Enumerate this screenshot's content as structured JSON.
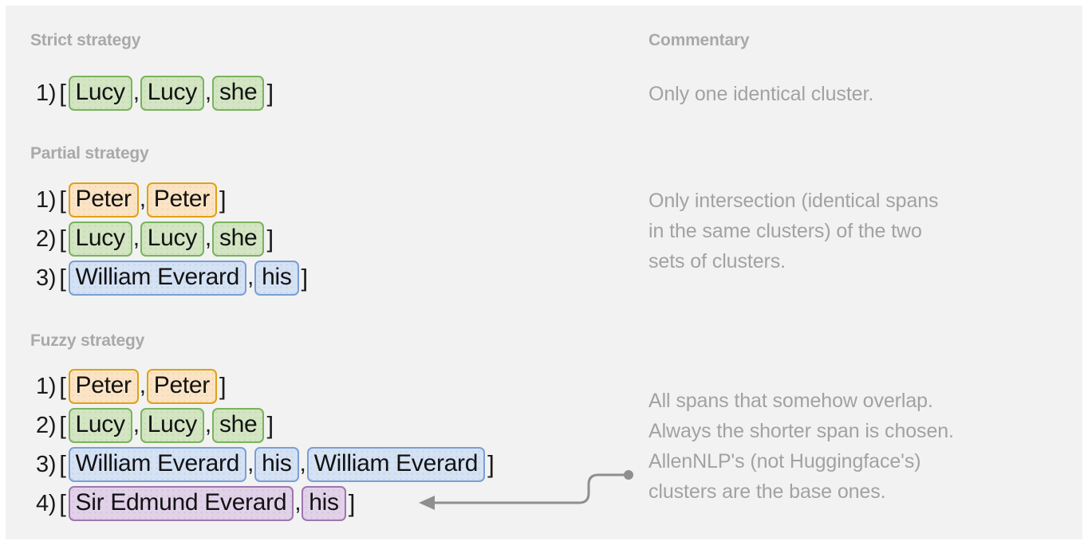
{
  "colors": {
    "background": "#f2f2f2",
    "page_border": "#ffffff",
    "heading": "#a9a9a9",
    "commentary": "#a2a2a2",
    "text": "#1b1b1b",
    "green_fill": "#d3e5c3",
    "green_border": "#79b35d",
    "orange_fill": "#fbe4c5",
    "orange_border": "#e0a112",
    "blue_fill": "#d5e2f4",
    "blue_border": "#7b9fd3",
    "purple_fill": "#e1d2e9",
    "purple_border": "#9c77ae",
    "connector": "#8f8f8f"
  },
  "headers": {
    "commentary": "Commentary"
  },
  "sections": [
    {
      "title": "Strict strategy",
      "clusters": [
        {
          "index": "1)",
          "open": "[",
          "close": "]",
          "separator": ",",
          "spans": [
            {
              "text": "Lucy",
              "color": "green"
            },
            {
              "text": "Lucy",
              "color": "green"
            },
            {
              "text": "she",
              "color": "green"
            }
          ]
        }
      ],
      "commentary": "Only one identical cluster."
    },
    {
      "title": "Partial strategy",
      "clusters": [
        {
          "index": "1)",
          "open": "[",
          "close": "]",
          "separator": ",",
          "spans": [
            {
              "text": "Peter",
              "color": "orange"
            },
            {
              "text": "Peter",
              "color": "orange"
            }
          ]
        },
        {
          "index": "2)",
          "open": "[",
          "close": "]",
          "separator": ",",
          "spans": [
            {
              "text": "Lucy",
              "color": "green"
            },
            {
              "text": "Lucy",
              "color": "green"
            },
            {
              "text": "she",
              "color": "green"
            }
          ]
        },
        {
          "index": "3)",
          "open": "[",
          "close": "]",
          "separator": ",",
          "spans": [
            {
              "text": "William Everard",
              "color": "blue"
            },
            {
              "text": "his",
              "color": "blue"
            }
          ]
        }
      ],
      "commentary": "Only intersection (identical spans in the same clusters) of the two sets of clusters."
    },
    {
      "title": "Fuzzy strategy",
      "clusters": [
        {
          "index": "1)",
          "open": "[",
          "close": "]",
          "separator": ",",
          "spans": [
            {
              "text": "Peter",
              "color": "orange"
            },
            {
              "text": "Peter",
              "color": "orange"
            }
          ]
        },
        {
          "index": "2)",
          "open": "[",
          "close": "]",
          "separator": ",",
          "spans": [
            {
              "text": "Lucy",
              "color": "green"
            },
            {
              "text": "Lucy",
              "color": "green"
            },
            {
              "text": "she",
              "color": "green"
            }
          ]
        },
        {
          "index": "3)",
          "open": "[",
          "close": "]",
          "separator": ",",
          "spans": [
            {
              "text": "William Everard",
              "color": "blue"
            },
            {
              "text": "his",
              "color": "blue"
            },
            {
              "text": "William Everard",
              "color": "blue"
            }
          ]
        },
        {
          "index": "4)",
          "open": "[",
          "close": "]",
          "separator": ",",
          "spans": [
            {
              "text": "Sir Edmund Everard",
              "color": "purple"
            },
            {
              "text": "his",
              "color": "purple"
            }
          ]
        }
      ],
      "commentary": "All spans that somehow overlap. Always the shorter span is chosen. AllenNLP's (not Huggingface's) clusters are the base ones."
    }
  ],
  "commentary_lines": {
    "strict": [
      "Only one identical cluster."
    ],
    "partial": [
      "Only intersection (identical spans",
      "in the same clusters) of the two",
      "sets of clusters."
    ],
    "fuzzy": [
      "All spans that somehow overlap.",
      "Always the shorter span is chosen.",
      "AllenNLP's (not Huggingface's)",
      "clusters are the base ones."
    ]
  }
}
